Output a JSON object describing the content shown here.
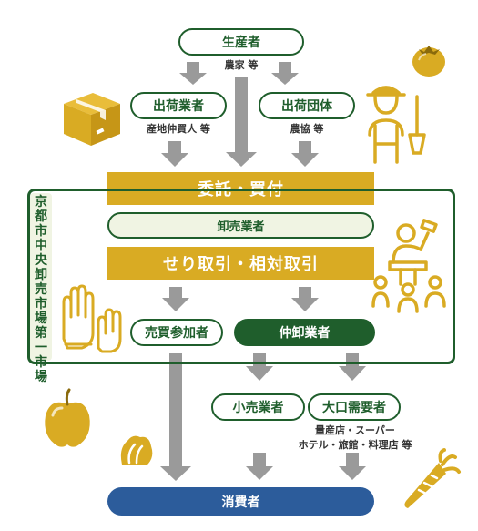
{
  "producer": {
    "label": "生産者",
    "note": "農家 等"
  },
  "shipper_business": {
    "label": "出荷業者",
    "note": "産地仲買人 等"
  },
  "shipper_group": {
    "label": "出荷団体",
    "note": "農協 等"
  },
  "consign_buy": {
    "label": "委託・買付"
  },
  "market": {
    "name": "京都市中央卸売市場第一市場"
  },
  "wholesaler": {
    "label": "卸売業者"
  },
  "auction": {
    "label": "せり取引・相対取引"
  },
  "buyer_participant": {
    "label": "売買参加者"
  },
  "intermediate": {
    "label": "仲卸業者"
  },
  "retailer": {
    "label": "小売業者"
  },
  "bulk_buyer": {
    "label": "大口需要者",
    "note_line1": "量産店・スーパー",
    "note_line2": "ホテル・旅館・料理店 等"
  },
  "consumer": {
    "label": "消費者"
  },
  "colors": {
    "green": "#1f5e2c",
    "gold": "#d9ab23",
    "blue": "#2c5c9b",
    "arrow": "#9a9a9a"
  },
  "icons": [
    "box-icon",
    "tomato-icon",
    "farmer-icon",
    "auctioneer-icon",
    "raised-hands-icon",
    "apple-icon",
    "lettuce-icon",
    "carrot-icon"
  ]
}
